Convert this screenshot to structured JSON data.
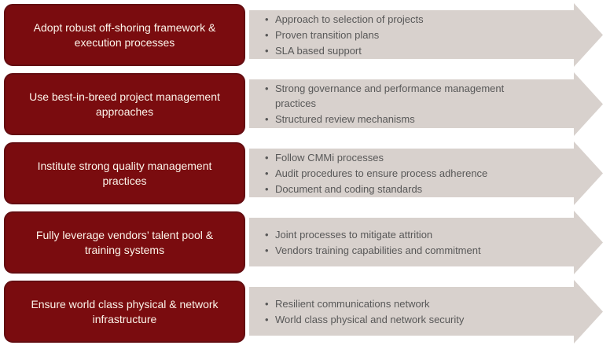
{
  "diagram": {
    "type": "offshoring-framework-diagram",
    "theme": {
      "box_fill": "#7A0C0F",
      "box_border": "#640D11",
      "box_text": "#FCF4EA",
      "arrow_fill": "#D8D1CD",
      "bullet_text": "#585858"
    },
    "layout": {
      "row_tops": [
        5,
        93,
        181,
        269,
        357
      ]
    },
    "rows": [
      {
        "title": "Adopt robust off-shoring framework & execution processes",
        "bullets": [
          "Approach to selection of projects",
          "Proven transition plans",
          "SLA based support"
        ]
      },
      {
        "title": "Use best-in-breed project management approaches",
        "bullets": [
          "Strong governance and performance management practices",
          "Structured review mechanisms"
        ]
      },
      {
        "title": "Institute strong quality management practices",
        "bullets": [
          "Follow CMMi processes",
          "Audit procedures to ensure process adherence",
          "Document and coding standards"
        ]
      },
      {
        "title": "Fully leverage vendors’ talent pool & training systems",
        "bullets": [
          "Joint processes to mitigate attrition",
          "Vendors training capabilities and commitment"
        ]
      },
      {
        "title": "Ensure world class physical & network infrastructure",
        "bullets": [
          "Resilient communications network",
          "World class physical and network security"
        ]
      }
    ]
  }
}
